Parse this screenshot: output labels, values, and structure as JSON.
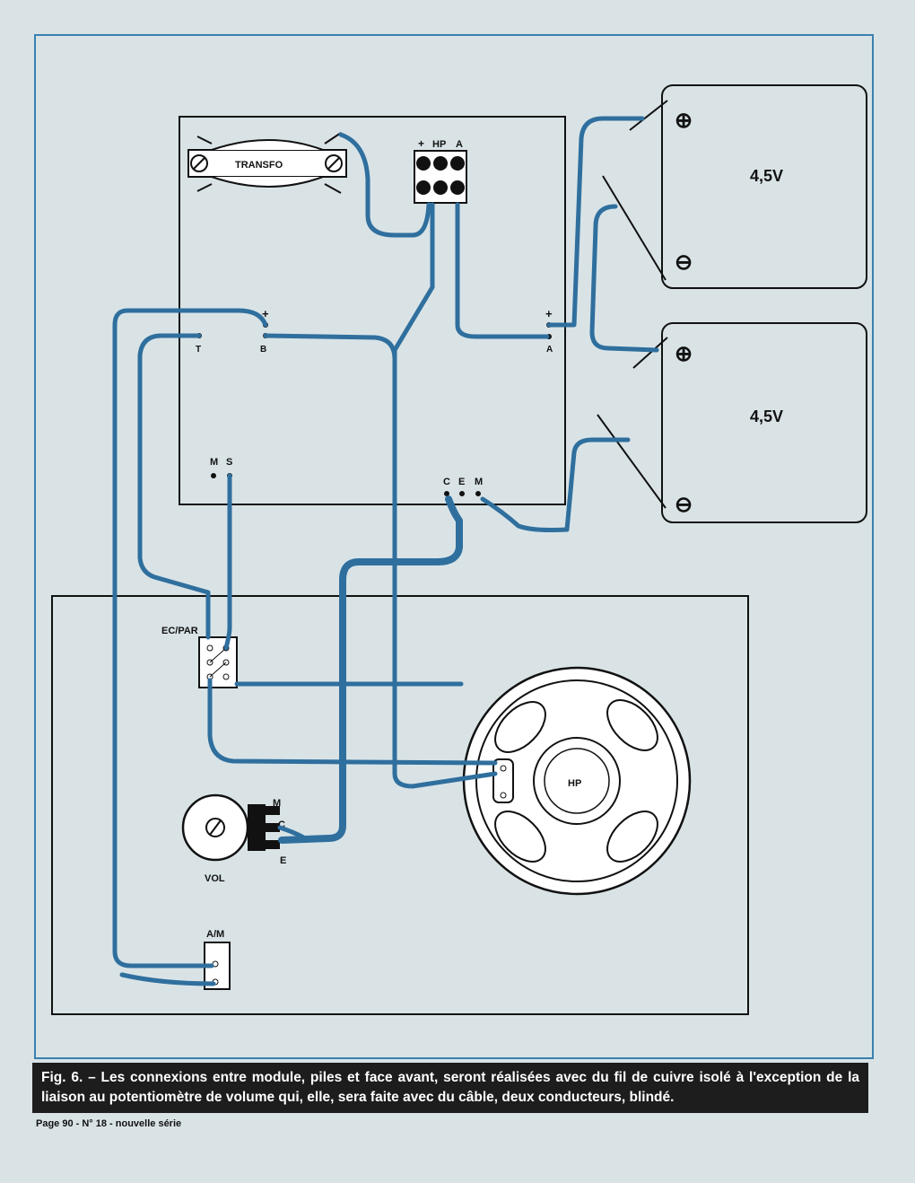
{
  "caption": {
    "text": "Fig. 6. – Les connexions entre module, piles et face avant, seront réalisées avec du fil de cuivre isolé à l'exception de la liaison au potentiomètre de volume qui, elle, sera faite avec du câble, deux conducteurs, blindé."
  },
  "footer": {
    "text": "Page 90 - N° 18 - nouvelle série"
  },
  "module": {
    "transfo_label": "TRANSFO",
    "terminal_labels": {
      "plus": "+",
      "hp": "HP",
      "a": "A"
    },
    "left_pads": {
      "plus": "+",
      "t": "T",
      "b": "B"
    },
    "right_pads": {
      "plus": "+",
      "a": "A"
    },
    "ms_pads": {
      "m": "M",
      "s": "S"
    },
    "cem_pads": {
      "c": "C",
      "e": "E",
      "m": "M"
    }
  },
  "batteries": [
    {
      "voltage": "4,5V",
      "plus": "⊕",
      "minus": "⊖"
    },
    {
      "voltage": "4,5V",
      "plus": "⊕",
      "minus": "⊖"
    }
  ],
  "front_panel": {
    "switch_label": "EC/PAR",
    "volume_label": "VOL",
    "pot_pins": {
      "m": "M",
      "c": "C",
      "e": "E"
    },
    "onoff_label": "A/M",
    "speaker_label": "HP"
  },
  "colors": {
    "wire": "#2f6f9e",
    "frame": "#3a7fb0",
    "background": "#d9e3e6"
  }
}
